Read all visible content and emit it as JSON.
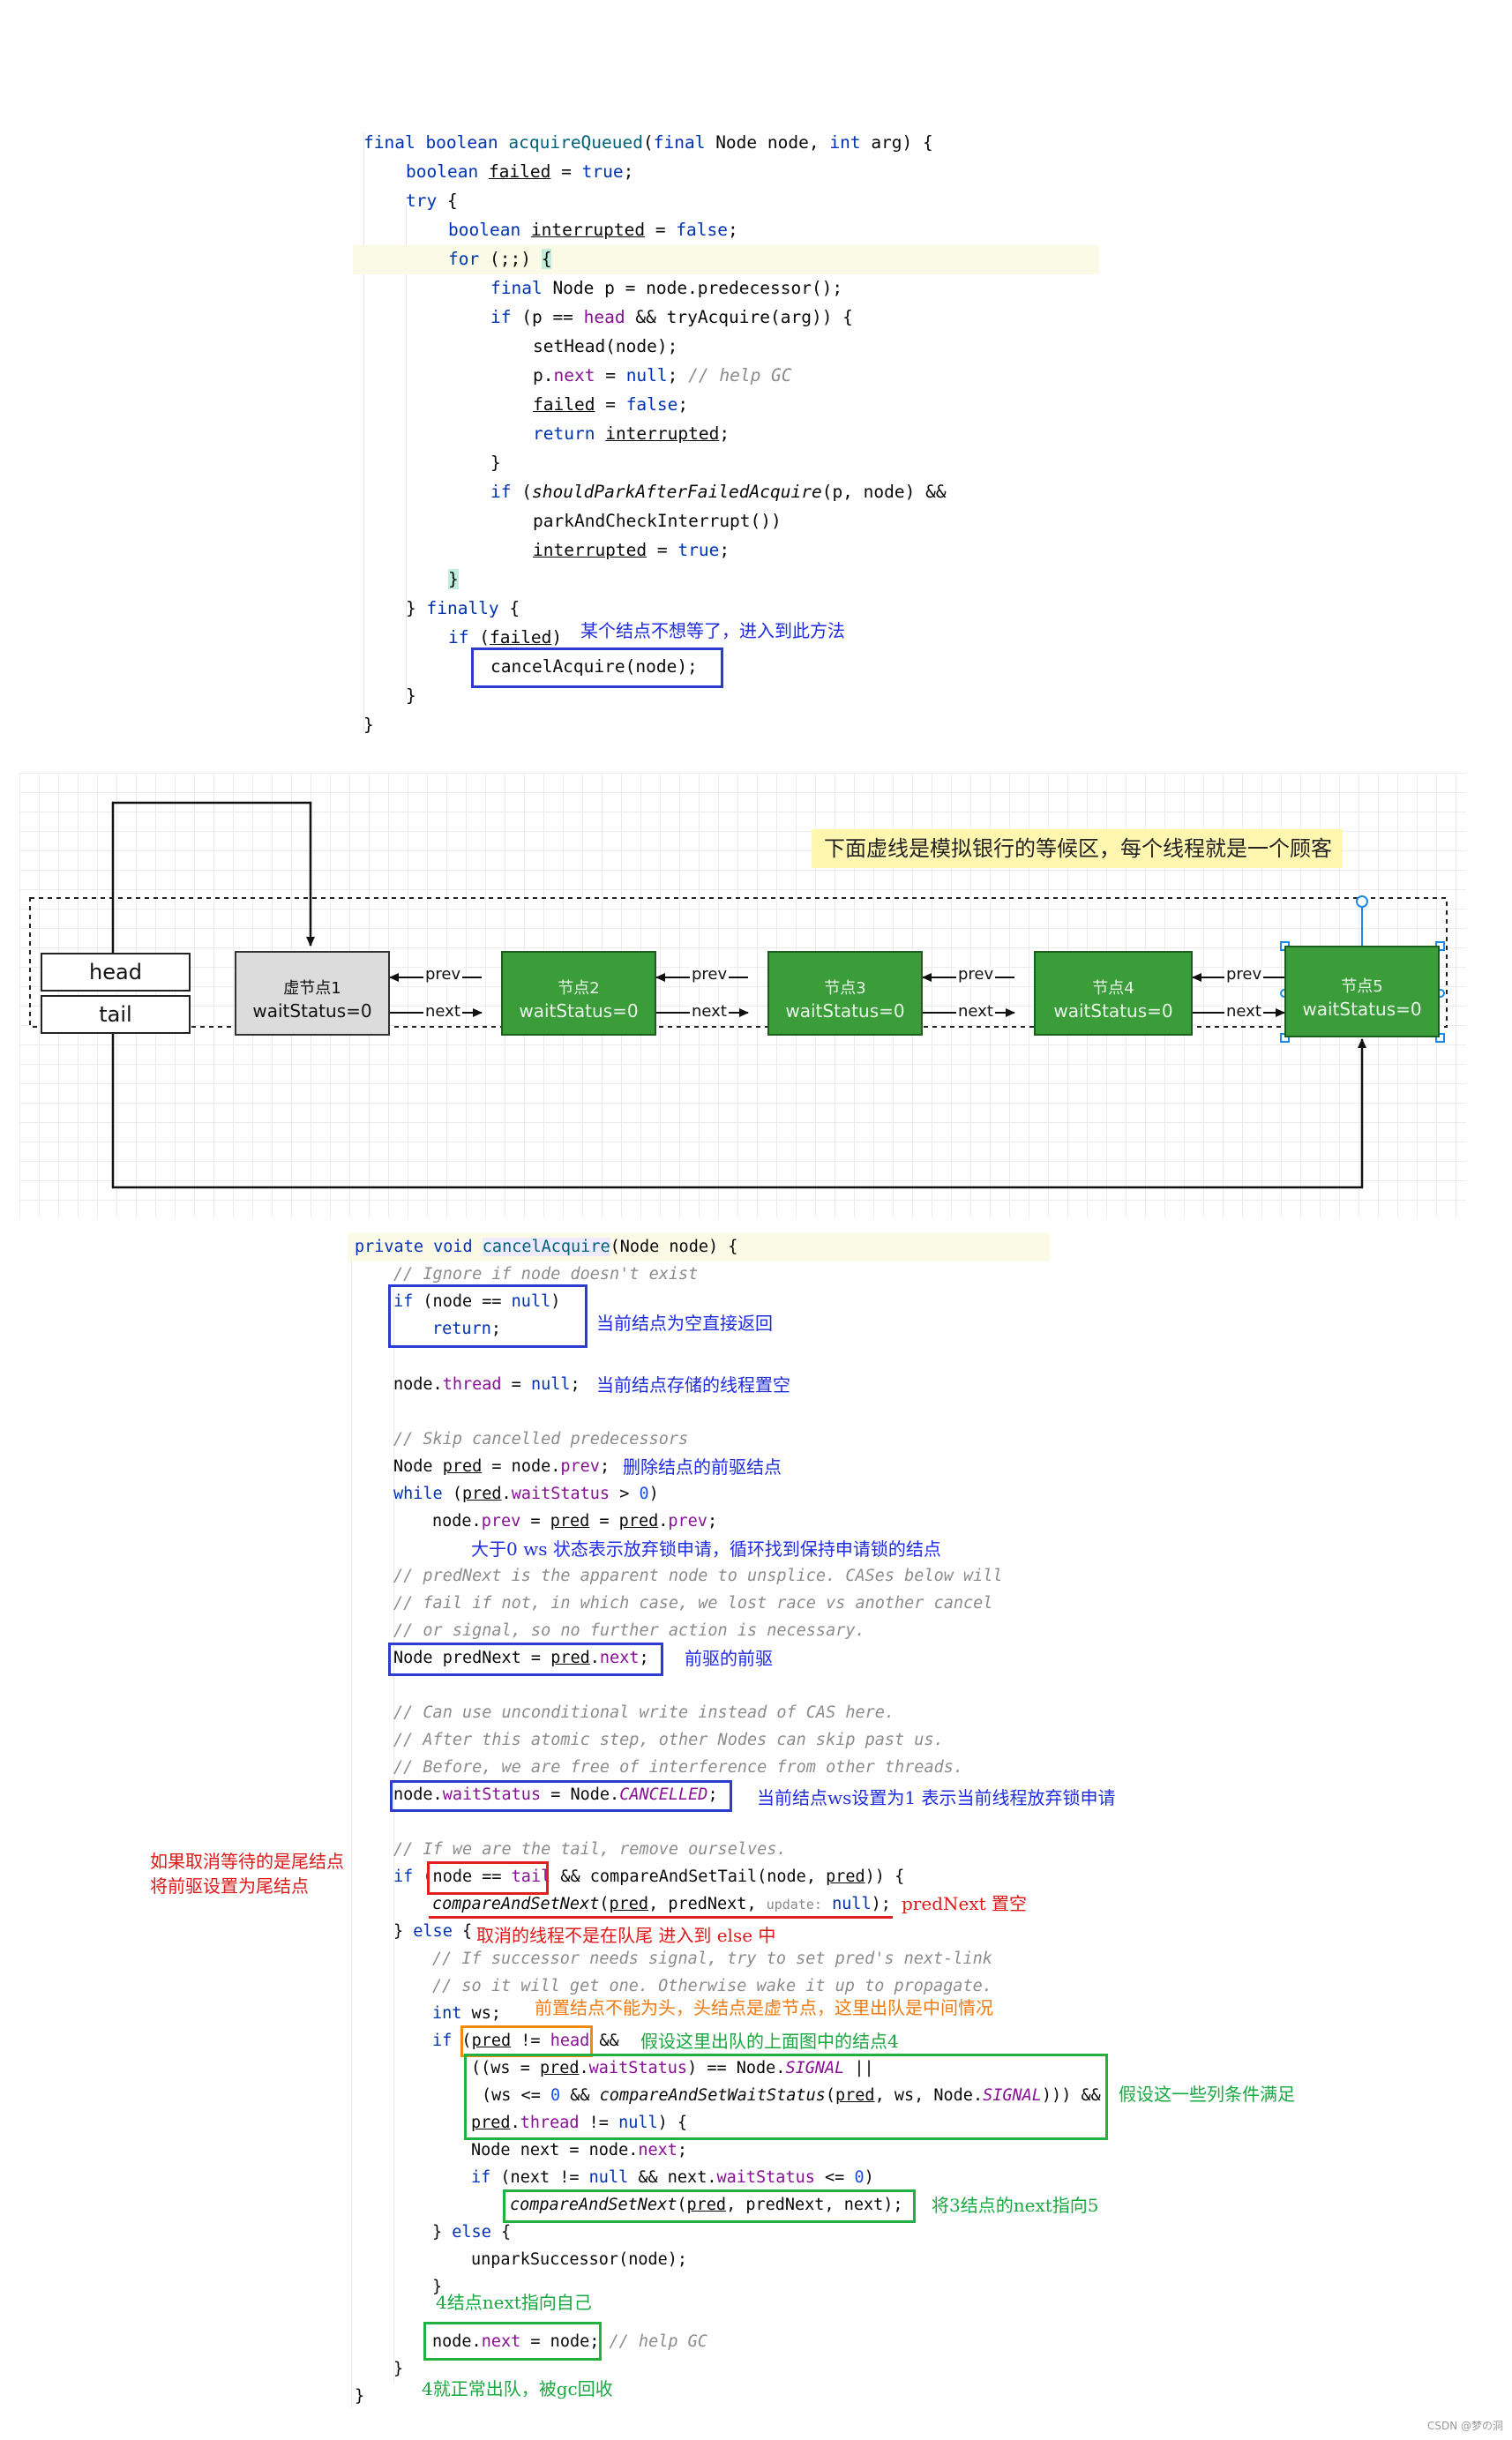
{
  "top_code": {
    "lines": [
      {
        "t": "final boolean acquireQueued(final Node node, int arg) {"
      },
      {
        "t": "boolean failed = true;"
      },
      {
        "t": "try {"
      },
      {
        "t": "boolean interrupted = false;"
      },
      {
        "t": "for (;;) {"
      },
      {
        "t": "final Node p = node.predecessor();"
      },
      {
        "t": "if (p == head && tryAcquire(arg)) {"
      },
      {
        "t": "setHead(node);"
      },
      {
        "t": "p.next = null; // help GC"
      },
      {
        "t": "failed = false;"
      },
      {
        "t": "return interrupted;"
      },
      {
        "t": "}"
      },
      {
        "t": "if (shouldParkAfterFailedAcquire(p, node) &&"
      },
      {
        "t": "parkAndCheckInterrupt())"
      },
      {
        "t": "interrupted = true;"
      },
      {
        "t": "}"
      },
      {
        "t": "} finally {"
      },
      {
        "t": "if (failed)"
      },
      {
        "t": "cancelAcquire(node);"
      },
      {
        "t": "}"
      },
      {
        "t": "}"
      }
    ],
    "annotation": "某个结点不想等了，进入到此方法"
  },
  "diagram": {
    "note": "下面虚线是模拟银行的等候区，每个线程就是一个顾客",
    "head_label": "head",
    "tail_label": "tail",
    "nodes": [
      {
        "name": "虚节点1",
        "status": "waitStatus=0"
      },
      {
        "name": "节点2",
        "status": "waitStatus=0"
      },
      {
        "name": "节点3",
        "status": "waitStatus=0"
      },
      {
        "name": "节点4",
        "status": "waitStatus=0"
      },
      {
        "name": "节点5",
        "status": "waitStatus=0"
      }
    ],
    "prev_label": "prev",
    "next_label": "next",
    "colors": {
      "green": "#3a9d3a",
      "gray": "#dcdcdc",
      "note": "#fff7b0"
    }
  },
  "bottom_code": {
    "signature": "private void cancelAcquire(Node node) {",
    "annotations": {
      "a1": "当前结点为空直接返回",
      "a2": "当前结点存储的线程置空",
      "a3": "删除结点的前驱结点",
      "a4": "大于0 ws 状态表示放弃锁申请，循环找到保持申请锁的结点",
      "a5": "前驱的前驱",
      "a6": "当前结点ws设置为1 表示当前线程放弃锁申请",
      "a7a": "如果取消等待的是尾结点",
      "a7b": "将前驱设置为尾结点",
      "a8": "predNext  置空",
      "a9": "取消的线程不是在队尾 进入到 else 中",
      "a10": "前置结点不能为头，头结点是虚节点，这里出队是中间情况",
      "a11": "假设这里出队的上面图中的结点4",
      "a12": "假设这一些列条件满足",
      "a13": "将3结点的next指向5",
      "a14": "4结点next指向自己",
      "a15": "4就正常出队，被gc回收"
    }
  },
  "watermark": "CSDN @梦の洞"
}
